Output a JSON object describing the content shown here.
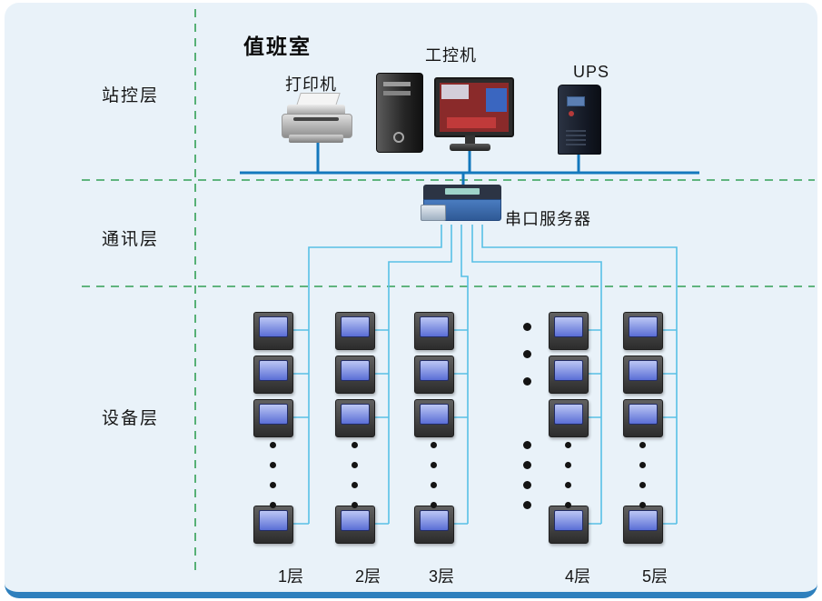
{
  "panel": {
    "layers": [
      {
        "label": "站控层"
      },
      {
        "label": "通讯层"
      },
      {
        "label": "设备层"
      }
    ],
    "station": {
      "room_label": "值班室",
      "printer_label": "打印机",
      "ipc_label": "工控机",
      "ups_label": "UPS"
    },
    "comm": {
      "serial_server_label": "串口服务器"
    },
    "device": {
      "floor_labels": [
        "1层",
        "2层",
        "3层",
        "4层",
        "5层"
      ]
    }
  },
  "colors": {
    "panel_background": "#e9f2f9",
    "layer_separator_green": "#33a055",
    "station_bus_blue": "#1478bd",
    "device_wire_cyan": "#58c0e6",
    "bottom_bar_blue": "#2f80bd"
  }
}
